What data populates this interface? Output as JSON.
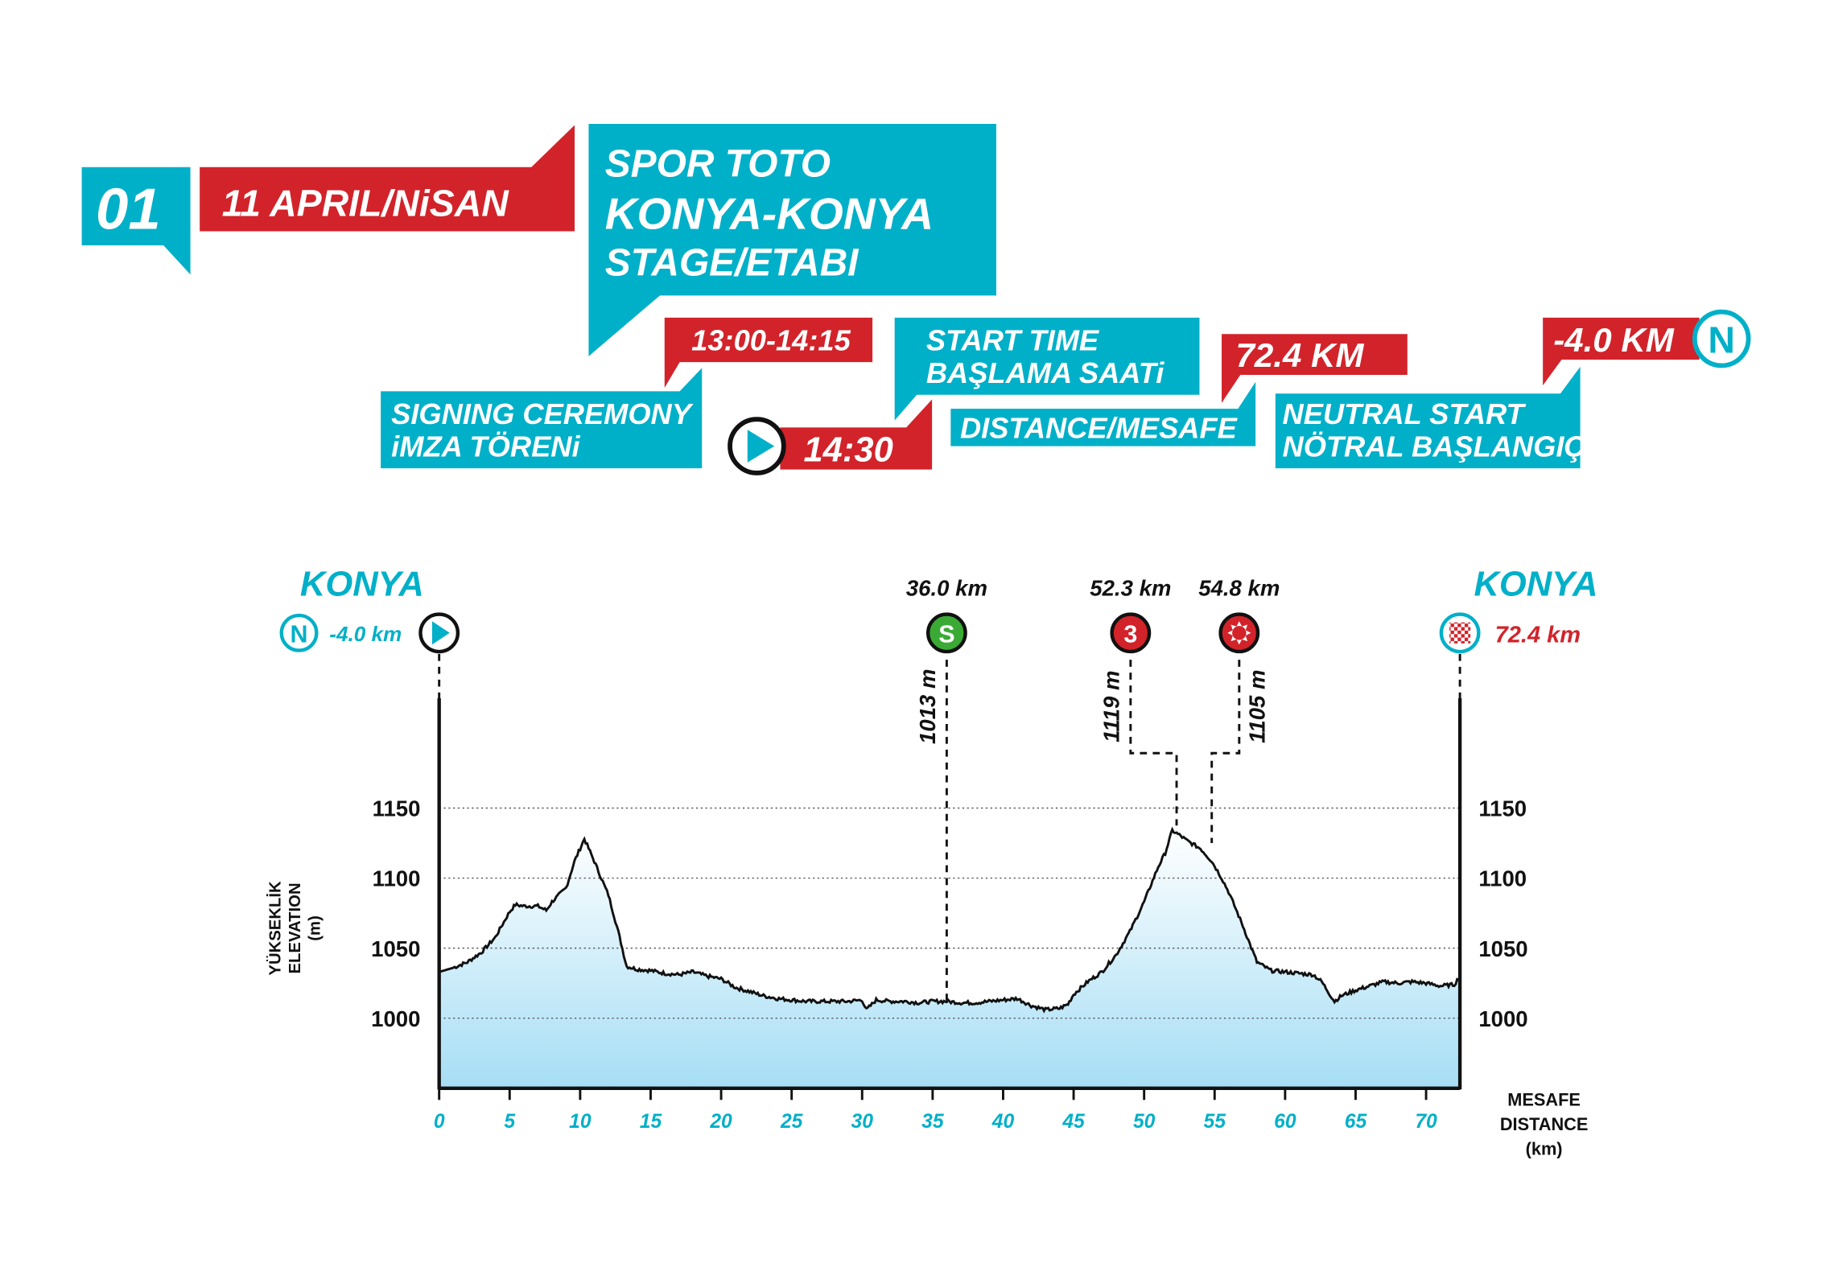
{
  "colors": {
    "teal": "#00b0c8",
    "red": "#d2232a",
    "green": "#3aaa35",
    "fill_top": "#ffffff",
    "fill_bottom": "#a6def5"
  },
  "header": {
    "stage_number": "01",
    "date": "11 APRIL/NiSAN",
    "title_line1": "SPOR TOTO",
    "title_line2": "KONYA-KONYA",
    "title_line3": "STAGE/ETABI",
    "signing_time": "13:00-14:15",
    "signing_line1": "SIGNING CEREMONY",
    "signing_line2": "iMZA TÖRENi",
    "start_time": "14:30",
    "start_time_line1": "START TIME",
    "start_time_line2": "BAŞLAMA SAATi",
    "distance_value": "72.4 KM",
    "distance_label": "DISTANCE/MESAFE",
    "neutral_value": "-4.0 KM",
    "neutral_icon_letter": "N",
    "neutral_line1": "NEUTRAL START",
    "neutral_line2": "NÖTRAL BAŞLANGIÇ"
  },
  "chart_data": {
    "type": "area",
    "title": "",
    "start_city": "KONYA",
    "finish_city": "KONYA",
    "neutral_start_label": "-4.0 km",
    "neutral_icon_letter": "N",
    "finish_label": "72.4 km",
    "ylabel_line1": "YÜKSEKLİK",
    "ylabel_line2": "ELEVATION",
    "ylabel_line3": "(m)",
    "xlabel_line1": "MESAFE",
    "xlabel_line2": "DISTANCE",
    "xlabel_line3": "(km)",
    "xlim": [
      0,
      72.4
    ],
    "ylim": [
      950,
      1230
    ],
    "yticks": [
      "1000",
      "1050",
      "1100",
      "1150"
    ],
    "xticks": [
      "0",
      "5",
      "10",
      "15",
      "20",
      "25",
      "30",
      "35",
      "40",
      "45",
      "50",
      "55",
      "60",
      "65",
      "70"
    ],
    "grid": true,
    "markers": [
      {
        "type": "sprint",
        "symbol": "S",
        "km_label": "36.0 km",
        "km": 36.0,
        "elev_label": "1013 m"
      },
      {
        "type": "climb",
        "symbol": "3",
        "km_label": "52.3 km",
        "km": 52.3,
        "elev_label": "1119 m"
      },
      {
        "type": "bonus",
        "symbol": "",
        "km_label": "54.8 km",
        "km": 54.8,
        "elev_label": "1105 m"
      }
    ],
    "profile": [
      [
        0,
        1033
      ],
      [
        1,
        1036
      ],
      [
        2,
        1040
      ],
      [
        3,
        1047
      ],
      [
        4,
        1058
      ],
      [
        5,
        1076
      ],
      [
        5.4,
        1081
      ],
      [
        6,
        1080
      ],
      [
        7,
        1080
      ],
      [
        7.6,
        1077
      ],
      [
        8,
        1083
      ],
      [
        9,
        1093
      ],
      [
        9.6,
        1112
      ],
      [
        10.3,
        1128
      ],
      [
        11,
        1112
      ],
      [
        12,
        1088
      ],
      [
        12.7,
        1062
      ],
      [
        13.3,
        1037
      ],
      [
        14,
        1035
      ],
      [
        15,
        1034
      ],
      [
        16,
        1032
      ],
      [
        17,
        1031
      ],
      [
        18,
        1033
      ],
      [
        19,
        1030
      ],
      [
        20,
        1028
      ],
      [
        21,
        1022
      ],
      [
        22,
        1019
      ],
      [
        23,
        1016
      ],
      [
        24,
        1014
      ],
      [
        25,
        1013
      ],
      [
        26,
        1012
      ],
      [
        27,
        1012
      ],
      [
        28,
        1012
      ],
      [
        29,
        1012
      ],
      [
        30,
        1013
      ],
      [
        30.3,
        1006
      ],
      [
        31,
        1013
      ],
      [
        32,
        1012
      ],
      [
        33,
        1012
      ],
      [
        34,
        1011
      ],
      [
        35,
        1012
      ],
      [
        36,
        1012
      ],
      [
        37,
        1011
      ],
      [
        38,
        1011
      ],
      [
        39,
        1012
      ],
      [
        40,
        1013
      ],
      [
        41,
        1014
      ],
      [
        42,
        1009
      ],
      [
        43,
        1006
      ],
      [
        44,
        1007
      ],
      [
        44.6,
        1010
      ],
      [
        45,
        1017
      ],
      [
        46,
        1026
      ],
      [
        47,
        1033
      ],
      [
        48,
        1045
      ],
      [
        49,
        1062
      ],
      [
        50,
        1083
      ],
      [
        51,
        1108
      ],
      [
        51.5,
        1118
      ],
      [
        52,
        1134
      ],
      [
        52.6,
        1130
      ],
      [
        53,
        1127
      ],
      [
        54,
        1121
      ],
      [
        54.8,
        1112
      ],
      [
        55.5,
        1100
      ],
      [
        56,
        1090
      ],
      [
        57,
        1066
      ],
      [
        58,
        1040
      ],
      [
        59,
        1034
      ],
      [
        60,
        1033
      ],
      [
        61,
        1032
      ],
      [
        62,
        1031
      ],
      [
        62.6,
        1026
      ],
      [
        63.5,
        1012
      ],
      [
        64,
        1016
      ],
      [
        65,
        1020
      ],
      [
        66,
        1023
      ],
      [
        67,
        1026
      ],
      [
        68,
        1025
      ],
      [
        69,
        1026
      ],
      [
        70,
        1025
      ],
      [
        71,
        1023
      ],
      [
        72,
        1024
      ],
      [
        72.4,
        1030
      ]
    ]
  }
}
